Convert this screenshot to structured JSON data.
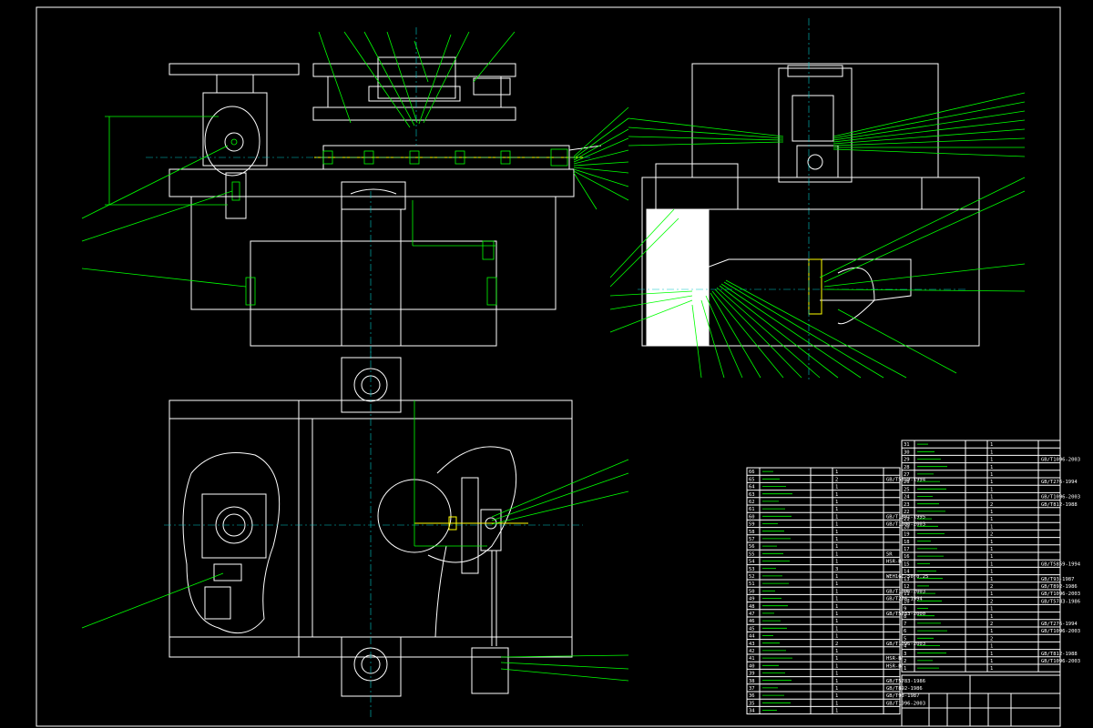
{
  "drawing": {
    "background": "#000000",
    "line_color": "#ffffff",
    "leader_color": "#00ff00",
    "center_color": "#00c8c8"
  },
  "bom_left": {
    "rows": [
      {
        "no": "66",
        "qty": "1",
        "std": ""
      },
      {
        "no": "65",
        "qty": "2",
        "std": "GB/T5859-1994"
      },
      {
        "no": "64",
        "qty": "1",
        "std": ""
      },
      {
        "no": "63",
        "qty": "1",
        "std": ""
      },
      {
        "no": "62",
        "qty": "1",
        "std": ""
      },
      {
        "no": "61",
        "qty": "1",
        "std": ""
      },
      {
        "no": "60",
        "qty": "1",
        "std": "GB/T1301-1995"
      },
      {
        "no": "59",
        "qty": "1",
        "std": "GB/T1096-2003"
      },
      {
        "no": "58",
        "qty": "1",
        "std": ""
      },
      {
        "no": "57",
        "qty": "1",
        "std": ""
      },
      {
        "no": "56",
        "qty": "1",
        "std": ""
      },
      {
        "no": "55",
        "qty": "1",
        "std": "5R"
      },
      {
        "no": "54",
        "qty": "1",
        "std": "HSR-B"
      },
      {
        "no": "53",
        "qty": "3",
        "std": ""
      },
      {
        "no": "52",
        "qty": "1",
        "std": "WEH16C-50/0.25"
      },
      {
        "no": "51",
        "qty": "1",
        "std": ""
      },
      {
        "no": "50",
        "qty": "1",
        "std": "GB/T1096-2003"
      },
      {
        "no": "49",
        "qty": "1",
        "std": "GB/T276-1994"
      },
      {
        "no": "48",
        "qty": "1",
        "std": ""
      },
      {
        "no": "47",
        "qty": "1",
        "std": "GB/T5783-2000"
      },
      {
        "no": "46",
        "qty": "1",
        "std": ""
      },
      {
        "no": "45",
        "qty": "1",
        "std": ""
      },
      {
        "no": "44",
        "qty": "1",
        "std": ""
      },
      {
        "no": "43",
        "qty": "2",
        "std": "GB/T1096-2003"
      },
      {
        "no": "42",
        "qty": "1",
        "std": ""
      },
      {
        "no": "41",
        "qty": "1",
        "std": "HSR-B"
      },
      {
        "no": "40",
        "qty": "1",
        "std": "HSR-B"
      },
      {
        "no": "39",
        "qty": "1",
        "std": ""
      },
      {
        "no": "38",
        "qty": "1",
        "std": "GB/T5783-1986"
      },
      {
        "no": "37",
        "qty": "1",
        "std": "GB/T892-1986"
      },
      {
        "no": "36",
        "qty": "1",
        "std": "GB/T93-1987"
      },
      {
        "no": "35",
        "qty": "1",
        "std": "GB/T1096-2003"
      },
      {
        "no": "34",
        "qty": "1",
        "std": ""
      }
    ]
  },
  "bom_right": {
    "rows": [
      {
        "no": "31",
        "qty": "1",
        "std": ""
      },
      {
        "no": "30",
        "qty": "1",
        "std": ""
      },
      {
        "no": "29",
        "qty": "1",
        "std": "GB/T1096-2003"
      },
      {
        "no": "28",
        "qty": "1",
        "std": ""
      },
      {
        "no": "27",
        "qty": "1",
        "std": ""
      },
      {
        "no": "26",
        "qty": "1",
        "std": "GB/T276-1994"
      },
      {
        "no": "25",
        "qty": "1",
        "std": ""
      },
      {
        "no": "24",
        "qty": "1",
        "std": "GB/T1096-2003"
      },
      {
        "no": "23",
        "qty": "2",
        "std": "GB/T812-1988"
      },
      {
        "no": "22",
        "qty": "1",
        "std": ""
      },
      {
        "no": "21",
        "qty": "1",
        "std": ""
      },
      {
        "no": "20",
        "qty": "1",
        "std": ""
      },
      {
        "no": "19",
        "qty": "2",
        "std": ""
      },
      {
        "no": "18",
        "qty": "1",
        "std": ""
      },
      {
        "no": "17",
        "qty": "1",
        "std": ""
      },
      {
        "no": "16",
        "qty": "1",
        "std": ""
      },
      {
        "no": "15",
        "qty": "1",
        "std": "GB/T5859-1994"
      },
      {
        "no": "14",
        "qty": "1",
        "std": ""
      },
      {
        "no": "13",
        "qty": "1",
        "std": "GB/T93-1987"
      },
      {
        "no": "12",
        "qty": "2",
        "std": "GB/T892-1986"
      },
      {
        "no": "11",
        "qty": "1",
        "std": "GB/T1096-2003"
      },
      {
        "no": "10",
        "qty": "2",
        "std": "GB/T5783-1986"
      },
      {
        "no": "9",
        "qty": "1",
        "std": ""
      },
      {
        "no": "8",
        "qty": "1",
        "std": ""
      },
      {
        "no": "7",
        "qty": "2",
        "std": "GB/T276-1994"
      },
      {
        "no": "6",
        "qty": "1",
        "std": "GB/T1096-2003"
      },
      {
        "no": "5",
        "qty": "2",
        "std": ""
      },
      {
        "no": "4",
        "qty": "1",
        "std": ""
      },
      {
        "no": "3",
        "qty": "1",
        "std": "GB/T812-1988"
      },
      {
        "no": "2",
        "qty": "1",
        "std": "GB/T1096-2003"
      },
      {
        "no": "1",
        "qty": "1",
        "std": ""
      }
    ]
  }
}
